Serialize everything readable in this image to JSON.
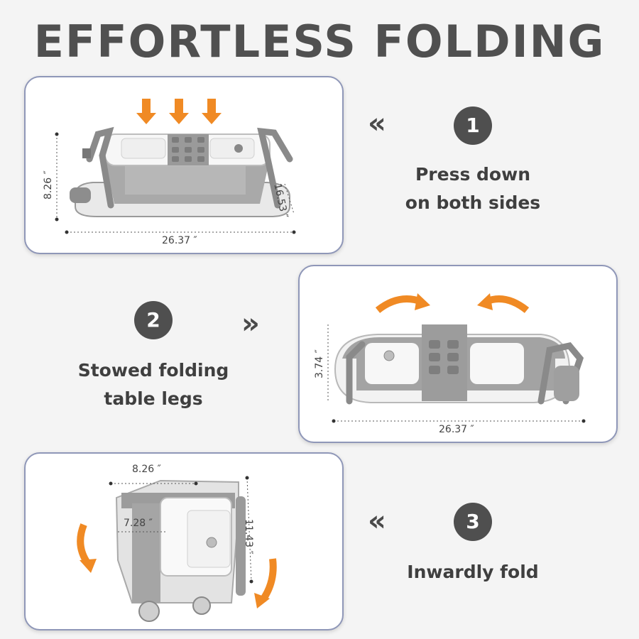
{
  "title": "EFFORTLESS FOLDING",
  "steps": [
    {
      "number": "1",
      "line1": "Press down",
      "line2": "on both sides",
      "chevron": "«",
      "dimensions": {
        "height": "8.26 ″",
        "depth": "16.53 ″",
        "length": "26.37 ″"
      }
    },
    {
      "number": "2",
      "line1": "Stowed folding",
      "line2": "table legs",
      "chevron": "»",
      "dimensions": {
        "height": "3.74 ″",
        "length": "26.37 ″"
      }
    },
    {
      "number": "3",
      "line1": "Inwardly fold",
      "line2": "",
      "chevron": "«",
      "dimensions": {
        "width": "8.26 ″",
        "depth": "7.28 ″",
        "height": "11.43 ″"
      }
    }
  ],
  "colors": {
    "accent": "#f08a24",
    "badge": "#4f4f4f",
    "card_border": "#8f97b8",
    "tub_gray": "#a7a7a7"
  },
  "icons": [
    "down-arrow-icon",
    "curved-arrow-icon",
    "chevron-left-icon",
    "chevron-right-icon"
  ]
}
